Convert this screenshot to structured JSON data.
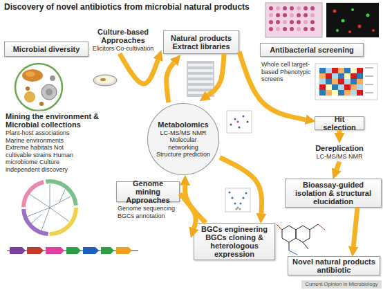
{
  "diagram": {
    "title": "Discovery of novel antibiotics from microbial natural products",
    "nodes": [
      {
        "text": [
          "Microbial diversity"
        ]
      },
      {
        "text": [
          "Culture-based Approaches",
          "Elicitors Co-cultivation"
        ]
      },
      {
        "text": [
          "Natural products Extract libraries"
        ]
      },
      {
        "text": [
          "Antibacterial screening"
        ]
      },
      {
        "text": [
          "Mining the environment & Microbial collections",
          "Plant-host associations Marine environments Extreme habitats Not cultivable strains Human microbiome Culture independent discovery"
        ]
      },
      {
        "text": [
          "Hit selection"
        ]
      },
      {
        "text": [
          "Dereplication",
          "LC-MS/MS NMR"
        ]
      },
      {
        "text": [
          "Metabolomics",
          "LC-MS/MS NMR Molecular networking Structure prediction"
        ]
      },
      {
        "text": [
          "Bioassay-guided isolation & structural elucidation"
        ]
      },
      {
        "text": [
          "Genome mining Approaches"
        ]
      },
      {
        "text": [
          "BGCs engineering BGCs cloning & heterologous expression"
        ]
      },
      {
        "text": [
          "Novel natural products antibiotic"
        ]
      }
    ],
    "edges": [
      {
        "from": 1,
        "to": 2,
        "arrow": "to"
      },
      {
        "from": 2,
        "to": 5,
        "arrow": "to"
      },
      {
        "from": 5,
        "to": 6,
        "arrow": "to"
      },
      {
        "from": 6,
        "to": 8,
        "arrow": "to"
      },
      {
        "from": 8,
        "to": 11,
        "arrow": "to"
      },
      {
        "from": 9,
        "to": 10,
        "arrow": "to"
      },
      {
        "from": 10,
        "to": 7,
        "arrow": "to"
      },
      {
        "from": 7,
        "to": 2,
        "arrow": "to"
      },
      {
        "from": 2,
        "to": 7,
        "arrow": "to"
      },
      {
        "from": 7,
        "to": 10,
        "arrow": "to"
      }
    ],
    "labels": [
      "Whole cell target-based Phenotypic screens",
      "Genome sequencing BGCs annotation",
      "Current Opinion in Microbiology"
    ]
  }
}
